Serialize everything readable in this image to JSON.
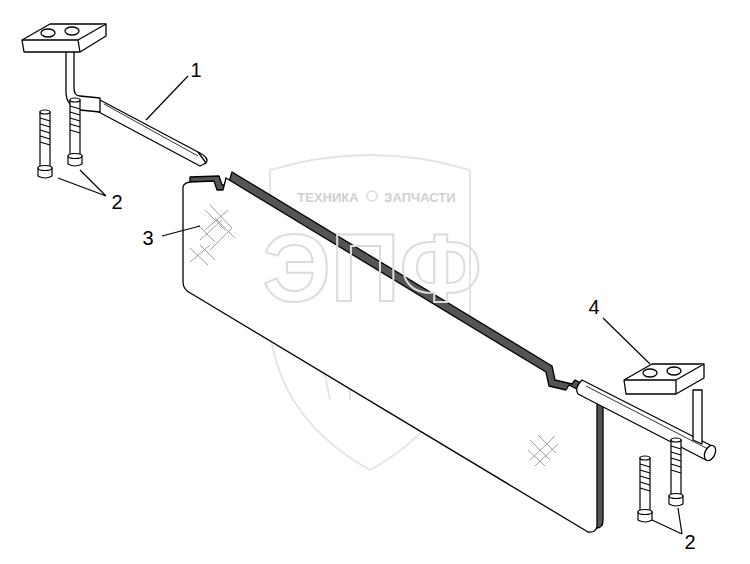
{
  "diagram": {
    "labels": [
      "ТЕХНИКА",
      "ЗАПЧАСТИ",
      "ЭПФ",
      "1",
      "2",
      "3",
      "4",
      "2"
    ]
  }
}
